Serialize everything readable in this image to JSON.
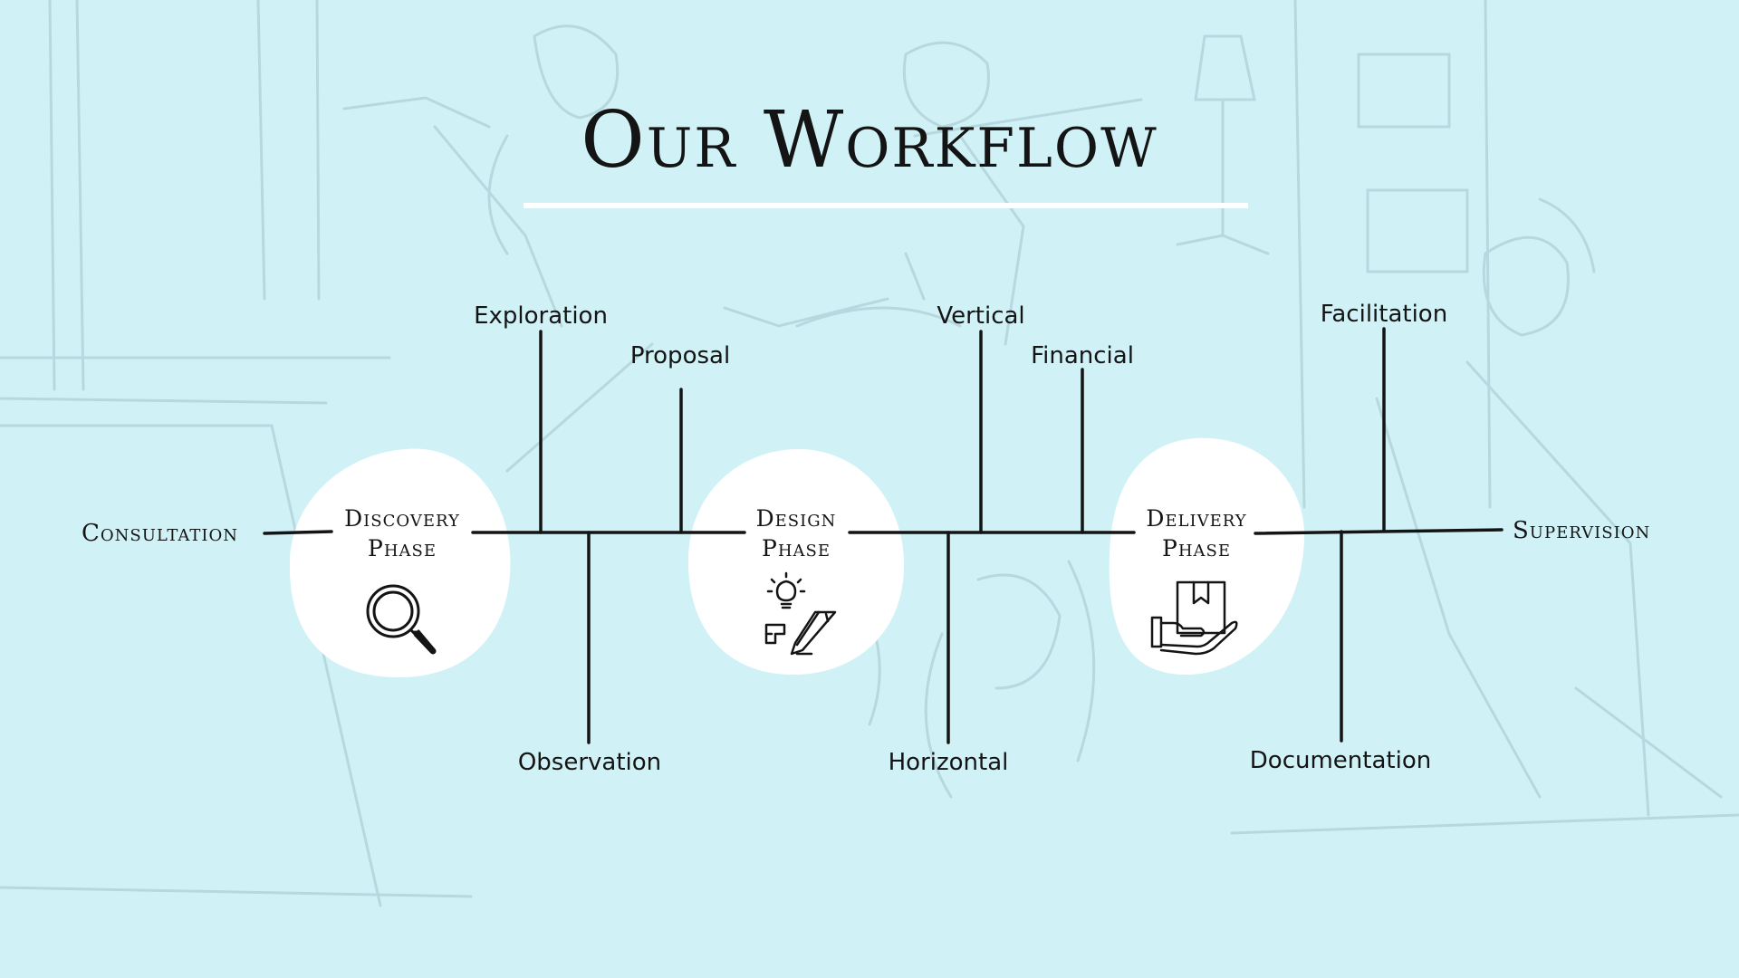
{
  "title": "Our Workflow",
  "start_label": "Consultation",
  "end_label": "Supervision",
  "phases": [
    {
      "line1": "Discovery",
      "line2": "Phase",
      "icon": "magnifier-icon"
    },
    {
      "line1": "Design",
      "line2": "Phase",
      "icon": "lightbulb-pencil-icon"
    },
    {
      "line1": "Delivery",
      "line2": "Phase",
      "icon": "hand-box-icon"
    }
  ],
  "branches_top": [
    "Exploration",
    "Proposal",
    "Vertical",
    "Financial",
    "Facilitation"
  ],
  "branches_bottom": [
    "Observation",
    "Horizontal",
    "Documentation"
  ],
  "colors": {
    "background": "#d0f2f7",
    "sketch": "#b8d8df",
    "blob": "#ffffff",
    "line": "#141414"
  }
}
